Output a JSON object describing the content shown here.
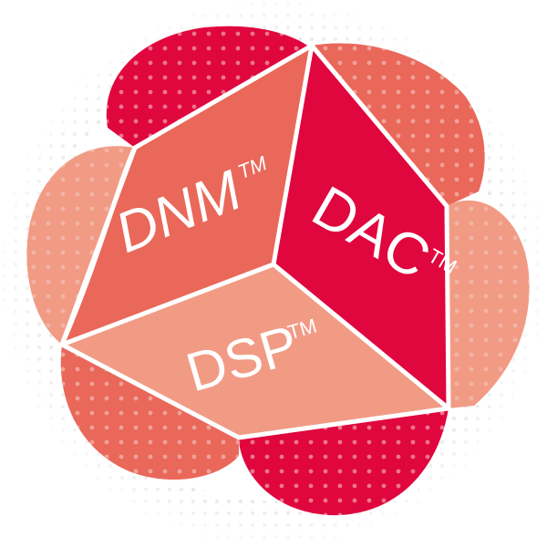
{
  "diagram": {
    "faces": {
      "left": {
        "label": "DNM",
        "mark": "TM"
      },
      "right": {
        "label": "DAC",
        "mark": "TM"
      },
      "bottom": {
        "label": "DSP",
        "mark": "TM"
      }
    },
    "colors": {
      "left_face": "#e9685a",
      "right_face": "#e0063e",
      "bottom_face": "#f19b85",
      "edge": "#ffffff",
      "dots_halo": "#c9c9c9",
      "dots_on_color": "#f4c9c2"
    }
  }
}
